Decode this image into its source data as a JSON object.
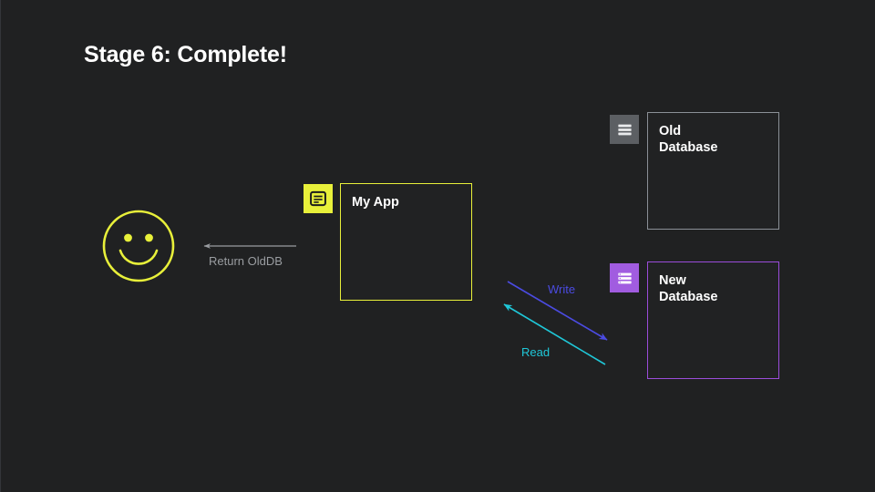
{
  "page": {
    "title": "Stage 6: Complete!",
    "background_color": "#202122"
  },
  "nodes": [
    {
      "id": "user",
      "label": "",
      "icon": "smiley-face-icon",
      "color": "#e8f03a",
      "shape": "smiley"
    },
    {
      "id": "my-app",
      "label": "My App",
      "icon": "application-window-icon",
      "border_color": "#e8f03a",
      "badge_color": "#e8f03a",
      "badge_glyph_color": "#1b1c1d"
    },
    {
      "id": "old-database",
      "label": "Old\nDatabase",
      "icon": "database-stack-icon",
      "border_color": "#8b9097",
      "badge_color": "#5c5f63",
      "badge_glyph_color": "#e9eaec"
    },
    {
      "id": "new-database",
      "label": "New\nDatabase",
      "icon": "database-stack-icon",
      "border_color": "#9b4ddb",
      "badge_color": "#a15ce0",
      "badge_glyph_color": "#ffffff"
    }
  ],
  "edges": [
    {
      "id": "return-olddb",
      "label": "Return OldDB",
      "color": "#9a9da1",
      "from": "my-app",
      "to": "user",
      "direction": "left"
    },
    {
      "id": "write",
      "label": "Write",
      "color": "#4b4be2",
      "from": "my-app",
      "to": "new-database",
      "direction": "down-right"
    },
    {
      "id": "read",
      "label": "Read",
      "color": "#1fc7d8",
      "from": "new-database",
      "to": "my-app",
      "direction": "up-left"
    }
  ]
}
